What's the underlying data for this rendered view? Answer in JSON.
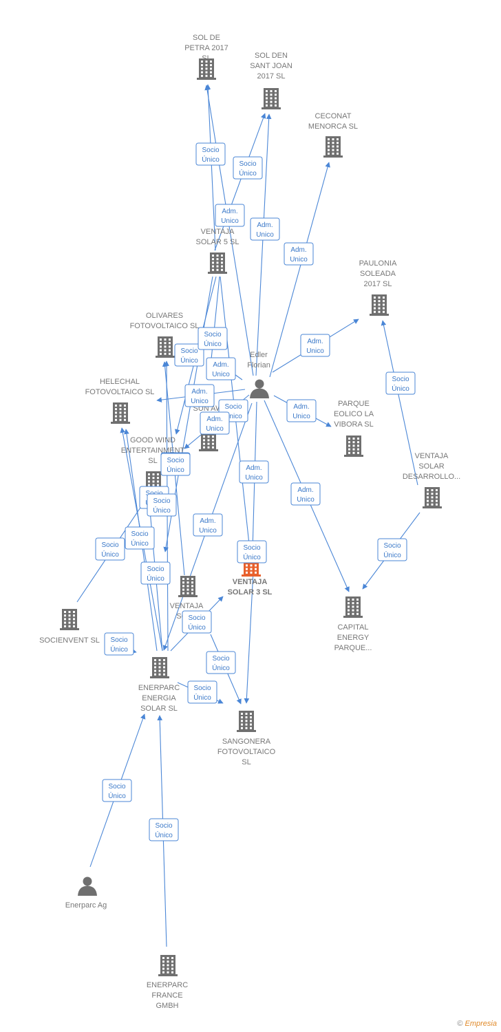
{
  "colors": {
    "edge": "#4a86d6",
    "node": "#6f6f6f",
    "focus": "#e8602c",
    "label": "#777777"
  },
  "footer": {
    "copyright": "©",
    "brand": "Empresia"
  },
  "nodes": [
    {
      "id": "sol_petra",
      "type": "company",
      "lines": [
        "SOL DE",
        "PETRA 2017",
        "SL"
      ]
    },
    {
      "id": "sol_den",
      "type": "company",
      "lines": [
        "SOL DEN",
        "SANT JOAN",
        "2017  SL"
      ]
    },
    {
      "id": "ceconat",
      "type": "company",
      "lines": [
        "CECONAT",
        "MENORCA SL"
      ]
    },
    {
      "id": "ventaja5",
      "type": "company",
      "lines": [
        "VENTAJA",
        "SOLAR 5  SL"
      ]
    },
    {
      "id": "paulonia",
      "type": "company",
      "lines": [
        "PAULONIA",
        "SOLEADA",
        "2017  SL"
      ]
    },
    {
      "id": "olivares",
      "type": "company",
      "lines": [
        "OLIVARES",
        "FOTOVOLTAICO SL"
      ]
    },
    {
      "id": "edler",
      "type": "person",
      "lines": [
        "Edler",
        "Florian"
      ]
    },
    {
      "id": "helechal",
      "type": "company",
      "lines": [
        "HELECHAL",
        "FOTOVOLTAICO SL"
      ]
    },
    {
      "id": "sunaw",
      "type": "company",
      "lines": [
        "SUN AW",
        "20"
      ]
    },
    {
      "id": "parque_eolico",
      "type": "company",
      "lines": [
        "PARQUE",
        "EOLICO LA",
        "VIBORA  SL"
      ]
    },
    {
      "id": "goodwind",
      "type": "company",
      "lines": [
        "GOOD WIND",
        "ENTERTAINMENT",
        "SL"
      ]
    },
    {
      "id": "ventaja_desarrollo",
      "type": "company",
      "lines": [
        "VENTAJA",
        "SOLAR",
        "DESARROLLO..."
      ]
    },
    {
      "id": "ventaja3",
      "type": "focus",
      "lines": [
        "VENTAJA",
        "SOLAR 3  SL"
      ]
    },
    {
      "id": "ventaja_sola",
      "type": "company",
      "lines": [
        "VENTAJA",
        "SOLA"
      ]
    },
    {
      "id": "capital",
      "type": "company",
      "lines": [
        "CAPITAL",
        "ENERGY",
        "PARQUE..."
      ]
    },
    {
      "id": "socienvent",
      "type": "company",
      "lines": [
        "SOCIENVENT SL"
      ]
    },
    {
      "id": "enerparc_es",
      "type": "company",
      "lines": [
        "ENERPARC",
        "ENERGIA",
        "SOLAR  SL"
      ]
    },
    {
      "id": "sangonera",
      "type": "company",
      "lines": [
        "SANGONERA",
        "FOTOVOLTAICO",
        "SL"
      ]
    },
    {
      "id": "enerparc_ag",
      "type": "person",
      "lines": [
        "Enerparc Ag"
      ]
    },
    {
      "id": "enerparc_fr",
      "type": "company",
      "lines": [
        "ENERPARC",
        "FRANCE",
        "GMBH"
      ]
    }
  ],
  "edges": [
    {
      "label": [
        "Socio",
        "Único"
      ]
    },
    {
      "label": [
        "Socio",
        "Único"
      ]
    },
    {
      "label": [
        "Adm.",
        "Unico"
      ]
    },
    {
      "label": [
        "Adm.",
        "Unico"
      ]
    },
    {
      "label": [
        "Adm.",
        "Unico"
      ]
    },
    {
      "label": [
        "Adm.",
        "Unico"
      ]
    },
    {
      "label": [
        "Socio",
        "Único"
      ]
    },
    {
      "label": [
        "Socio",
        "Único"
      ]
    },
    {
      "label": [
        "Adm.",
        "Unico"
      ]
    },
    {
      "label": [
        "Adm.",
        "Unico"
      ]
    },
    {
      "label": [
        "Adm.",
        "Unico"
      ]
    },
    {
      "label": [
        "Socio",
        "Único"
      ]
    },
    {
      "label": [
        "Adm.",
        "Unico"
      ]
    },
    {
      "label": [
        "Socio",
        "Único"
      ]
    },
    {
      "label": [
        "Socio",
        "Único"
      ]
    },
    {
      "label": [
        "Socio",
        "Único"
      ]
    },
    {
      "label": [
        "Adm.",
        "Unico"
      ]
    },
    {
      "label": [
        "Adm.",
        "Unico"
      ]
    },
    {
      "label": [
        "Adm.",
        "Unico"
      ]
    },
    {
      "label": [
        "Socio",
        "Único"
      ]
    },
    {
      "label": [
        "Socio",
        "Único"
      ]
    },
    {
      "label": [
        "Socio",
        "Único"
      ]
    },
    {
      "label": [
        "Socio",
        "Único"
      ]
    },
    {
      "label": [
        "Socio",
        "Único"
      ]
    },
    {
      "label": [
        "Socio",
        "Único"
      ]
    },
    {
      "label": [
        "Socio",
        "Único"
      ]
    },
    {
      "label": [
        "Socio",
        "Único"
      ]
    },
    {
      "label": [
        "Socio",
        "Único"
      ]
    },
    {
      "label": [
        "Socio",
        "Único"
      ]
    },
    {
      "label": [
        "Socio",
        "Único"
      ]
    },
    {
      "label": [
        "Socio",
        "Único"
      ]
    },
    {
      "label": [
        "Socio",
        "Único"
      ]
    }
  ]
}
